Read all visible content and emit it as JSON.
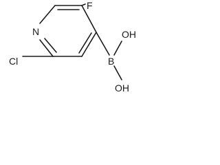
{
  "molecule": {
    "atoms": {
      "nitrogen": "N",
      "fluorine": "F",
      "chlorine": "Cl",
      "boron": "B",
      "hydroxyl_top": "OH",
      "hydroxyl_bottom": "OH"
    }
  }
}
